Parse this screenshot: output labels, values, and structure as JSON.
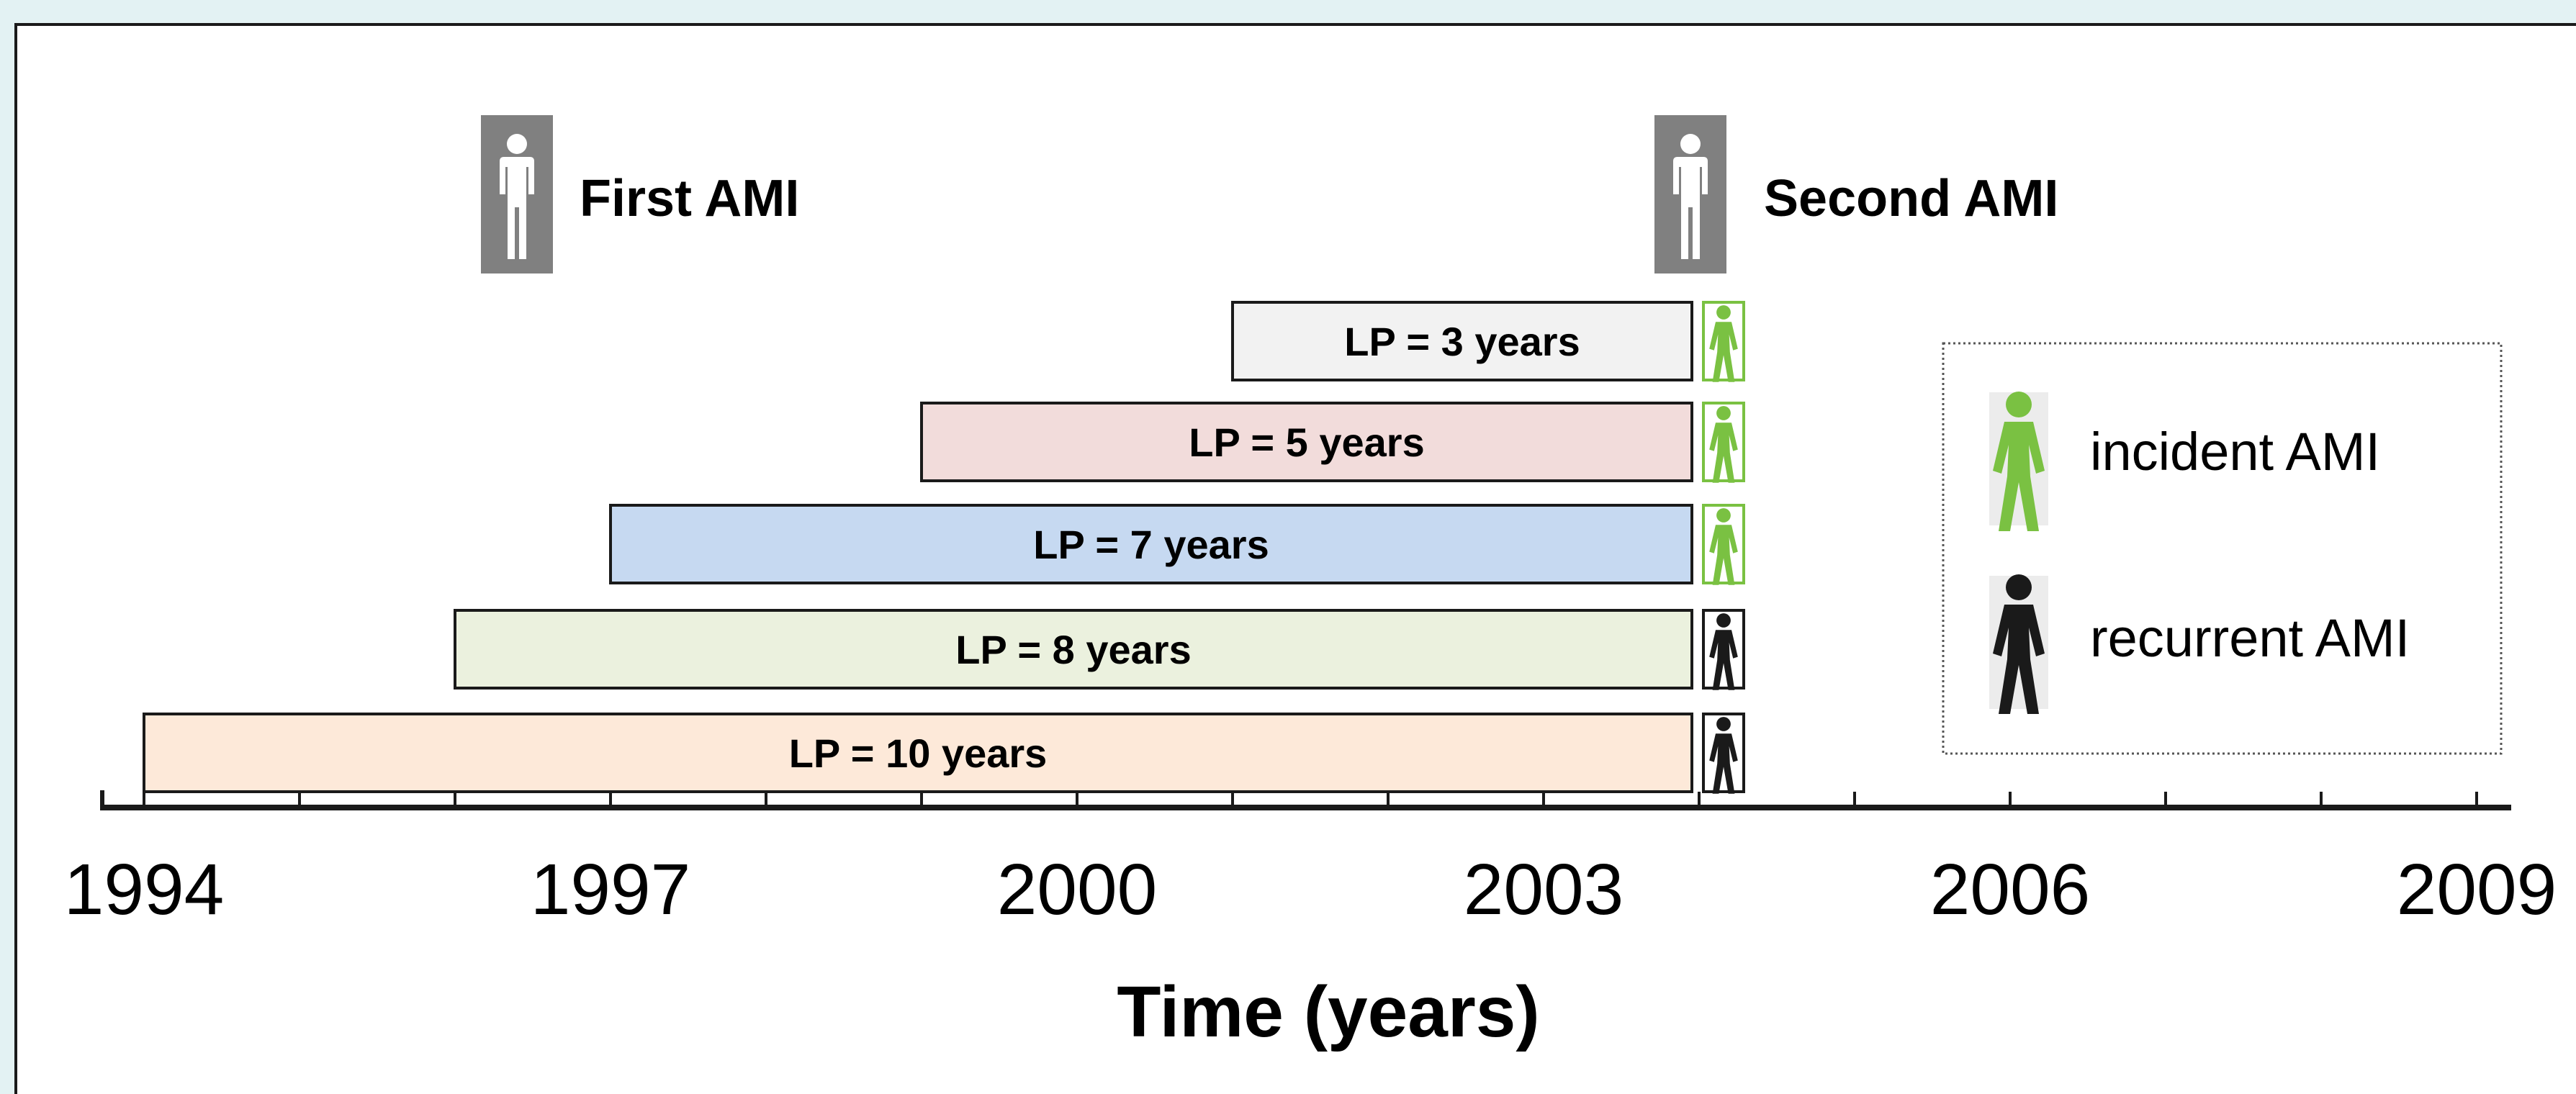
{
  "events": {
    "first_label": "First AMI",
    "second_label": "Second AMI"
  },
  "colors": {
    "background_outer": "#e3f2f3",
    "panel": "#ffffff",
    "person_gray": "#808080",
    "incident_green": "#7ac142",
    "recurrent_black": "#1a1a1a"
  },
  "bars": [
    {
      "label": "LP = 3 years",
      "start_year": 2001,
      "end_year": 2004,
      "fill": "#f2f2f2",
      "outcome": "incident"
    },
    {
      "label": "LP = 5 years",
      "start_year": 1999,
      "end_year": 2004,
      "fill": "#f2dcdb",
      "outcome": "incident"
    },
    {
      "label": "LP = 7 years",
      "start_year": 1997,
      "end_year": 2004,
      "fill": "#c6d9f1",
      "outcome": "incident"
    },
    {
      "label": "LP = 8 years",
      "start_year": 1996,
      "end_year": 2004,
      "fill": "#ebf1de",
      "outcome": "recurrent"
    },
    {
      "label": "LP = 10 years",
      "start_year": 1994,
      "end_year": 2004,
      "fill": "#fde9d9",
      "outcome": "recurrent"
    }
  ],
  "axis": {
    "start_year": 1994,
    "end_year": 2009,
    "labels": [
      "1994",
      "1997",
      "2000",
      "2003",
      "2006",
      "2009"
    ],
    "title": "Time (years)"
  },
  "legend": {
    "incident_label": "incident AMI",
    "recurrent_label": "recurrent AMI"
  }
}
